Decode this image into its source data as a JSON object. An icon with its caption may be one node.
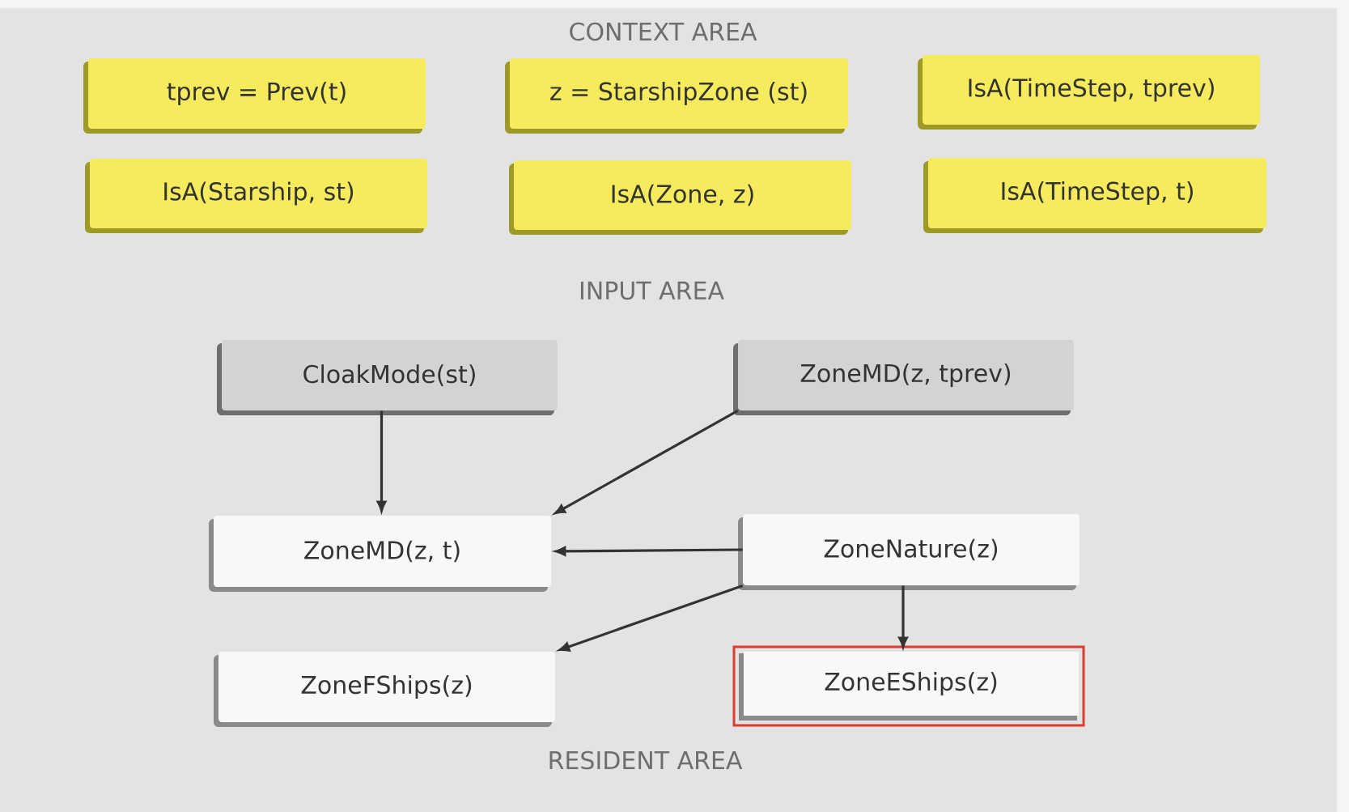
{
  "diagram": {
    "nodes": [
      {
        "text": [
          "tprev = Prev(t)"
        ]
      },
      {
        "text": [
          "z = StarshipZone (st)"
        ]
      },
      {
        "text": [
          "IsA(TimeStep, tprev)"
        ]
      },
      {
        "text": [
          "IsA(Starship, st)"
        ]
      },
      {
        "text": [
          "IsA(Zone, z)"
        ]
      },
      {
        "text": [
          "IsA(TimeStep, t)"
        ]
      },
      {
        "text": [
          "CloakMode(st)"
        ]
      },
      {
        "text": [
          "ZoneMD(z, tprev)"
        ]
      },
      {
        "text": [
          "ZoneMD(z, t)"
        ]
      },
      {
        "text": [
          "ZoneNature(z)"
        ]
      },
      {
        "text": [
          "ZoneFShips(z)"
        ]
      },
      {
        "text": [
          "ZoneEShips(z)"
        ]
      }
    ],
    "edges": [
      {
        "from": 6,
        "to": 8,
        "arrow": "to"
      },
      {
        "from": 7,
        "to": 8,
        "arrow": "to"
      },
      {
        "from": 9,
        "to": 8,
        "arrow": "to"
      },
      {
        "from": 9,
        "to": 10,
        "arrow": "to"
      },
      {
        "from": 9,
        "to": 11,
        "arrow": "to"
      }
    ],
    "labels": [
      "CONTEXT AREA",
      "INPUT AREA",
      "RESIDENT AREA"
    ]
  }
}
